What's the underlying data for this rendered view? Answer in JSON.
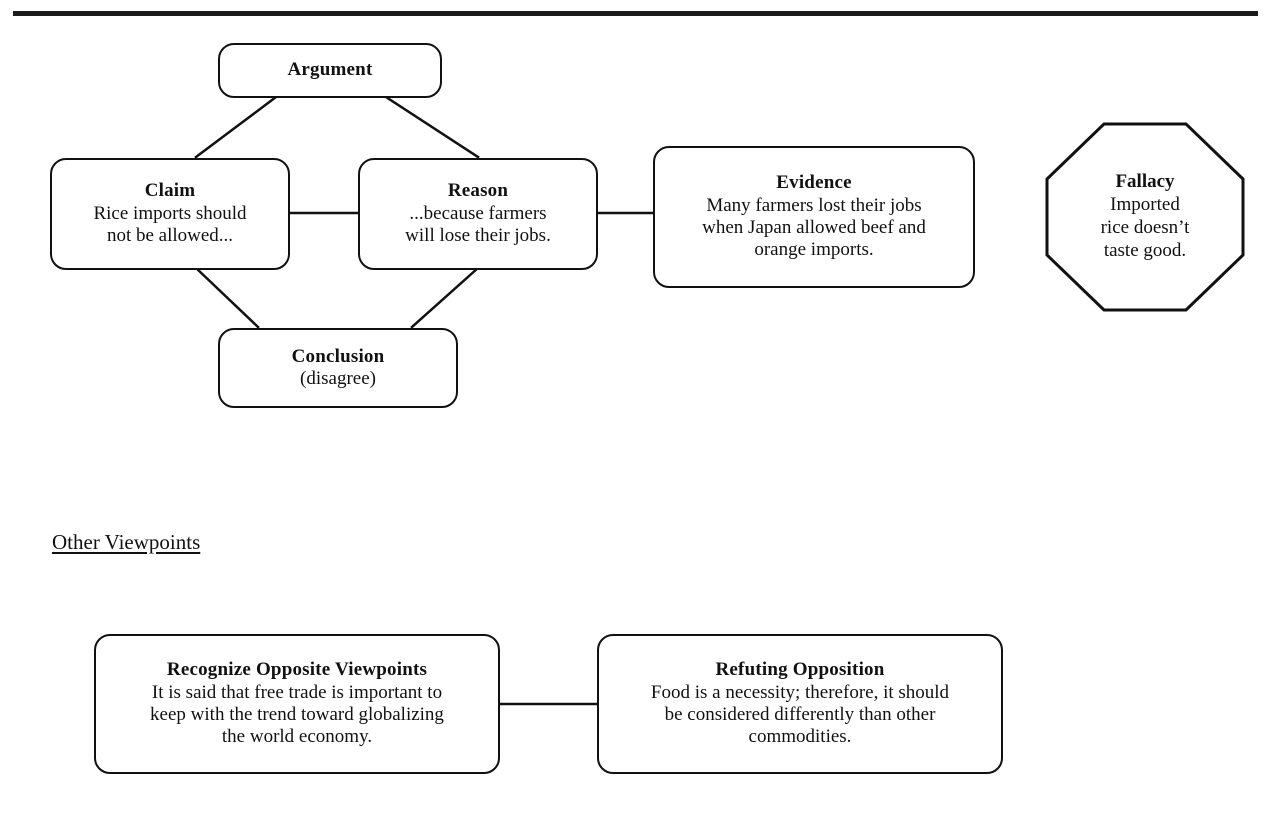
{
  "page": {
    "background": "#ffffff",
    "ink": "#111111",
    "rule_color": "#1b1b1b"
  },
  "section_label": "Other Viewpoints",
  "nodes": {
    "argument": {
      "title": "Argument",
      "lines": []
    },
    "claim": {
      "title": "Claim",
      "lines": [
        "Rice imports should",
        "not be allowed..."
      ]
    },
    "reason": {
      "title": "Reason",
      "lines": [
        "...because farmers",
        "will lose their jobs."
      ]
    },
    "evidence": {
      "title": "Evidence",
      "lines": [
        "Many farmers lost their jobs",
        "when Japan allowed beef and",
        "orange imports."
      ]
    },
    "conclusion": {
      "title": "Conclusion",
      "lines": [
        "(disagree)"
      ]
    },
    "fallacy": {
      "title": "Fallacy",
      "lines": [
        "Imported",
        "rice doesn’t",
        "taste good."
      ]
    },
    "recognize": {
      "title": "Recognize Opposite Viewpoints",
      "lines": [
        "It is said that free trade is important to",
        "keep with the trend toward globalizing",
        "the world economy."
      ]
    },
    "refuting": {
      "title": "Refuting Opposition",
      "lines": [
        "Food is a necessity; therefore, it should",
        "be considered differently than other",
        "commodities."
      ]
    }
  }
}
